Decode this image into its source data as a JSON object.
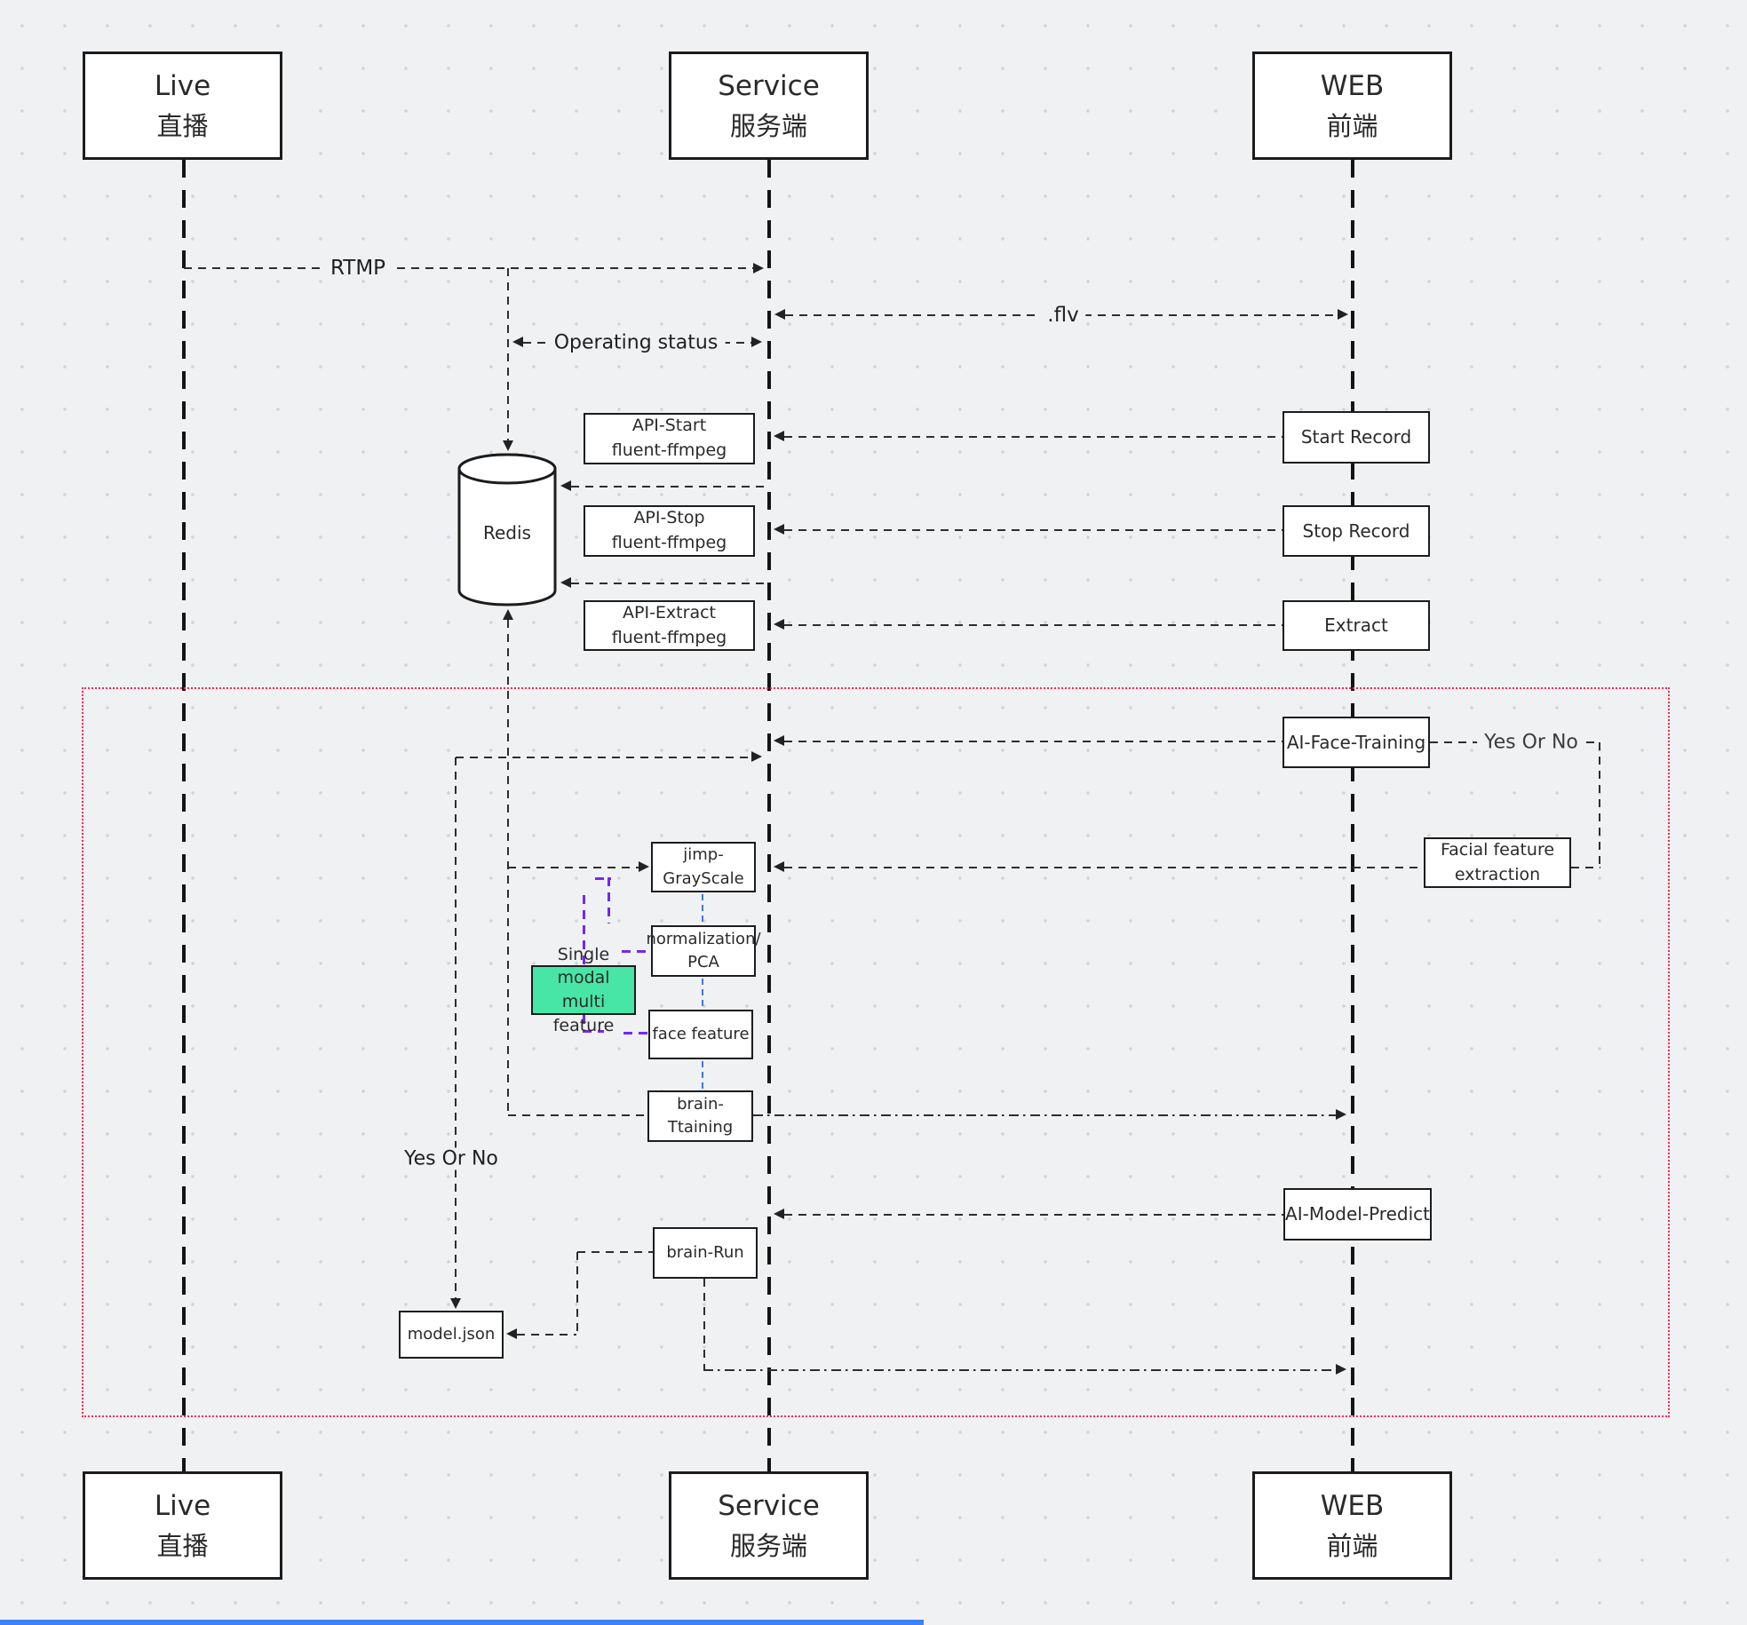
{
  "actors": {
    "live": {
      "en": "Live",
      "zh": "直播"
    },
    "service": {
      "en": "Service",
      "zh": "服务端"
    },
    "web": {
      "en": "WEB",
      "zh": "前端"
    }
  },
  "nodes": {
    "redis": "Redis",
    "api_start": {
      "l1": "API-Start",
      "l2": "fluent-ffmpeg"
    },
    "api_stop": {
      "l1": "API-Stop",
      "l2": "fluent-ffmpeg"
    },
    "api_extract": {
      "l1": "API-Extract",
      "l2": "fluent-ffmpeg"
    },
    "start_record": "Start Record",
    "stop_record": "Stop Record",
    "extract": "Extract",
    "ai_face_training": "AI-Face-Training",
    "facial_feature": {
      "l1": "Facial feature",
      "l2": "extraction"
    },
    "jimp_grayscale": "jimp-GrayScale",
    "normalization": {
      "l1": "normalization/",
      "l2": "PCA"
    },
    "single_modal": {
      "l1": "Single modal",
      "l2": "multi feature"
    },
    "face_feature": "face feature",
    "brain_training": "brain-Ttaining",
    "ai_model_predict": "AI-Model-Predict",
    "brain_run": "brain-Run",
    "model_json": "model.json"
  },
  "edges": {
    "rtmp": "RTMP",
    "flv": ".flv",
    "operating_status": "Operating status",
    "yes_or_no_right": "Yes Or No",
    "yes_or_no_left": "Yes Or No"
  },
  "colors": {
    "accent_green": "#48e6a6",
    "accent_purple": "#7626f5",
    "accent_blue": "#4576e8",
    "frame_red": "#fb2a4d",
    "bottom_bar_blue": "#3b82f6"
  }
}
